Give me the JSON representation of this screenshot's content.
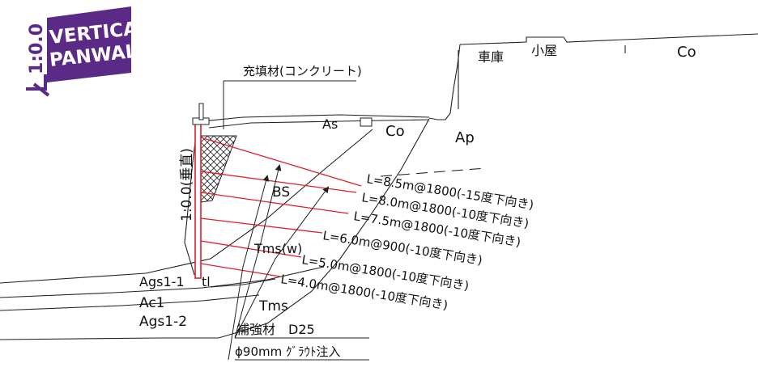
{
  "logo": {
    "line1": "VERTICAL",
    "line2": "PANWALL",
    "slope": "1:0.0",
    "color": "#5b2a86"
  },
  "labels": {
    "filler": "充填材(コンクリート)",
    "garage": "車庫",
    "shed": "小屋",
    "co_top": "Co",
    "as": "As",
    "co_mid": "Co",
    "ap": "Ap",
    "bs": "BS",
    "tms_w": "Tms(w)",
    "tms": "Tms",
    "ags1_1": "Ags1-1",
    "tl": "tl",
    "ac1": "Ac1",
    "ags1_2": "Ags1-2",
    "reinforce": "補強材　D25",
    "grout": "ϕ90mm ｸﾞﾗｳﾄ注入",
    "slope_vertical": "1:0.0(垂直)"
  },
  "anchors": [
    {
      "label": "L=8.5m@1800(-15度下向き)"
    },
    {
      "label": "L=8.0m@1800(-10度下向き)"
    },
    {
      "label": "L=7.5m@1800(-10度下向き)"
    },
    {
      "label": "L=6.0m@900(-10度下向き)"
    },
    {
      "label": "L=5.0m@1800(-10度下向き)"
    },
    {
      "label": "L=4.0m@1800(-10度下向き)"
    }
  ],
  "colors": {
    "anchor": "#e0202a",
    "line": "#222222"
  }
}
